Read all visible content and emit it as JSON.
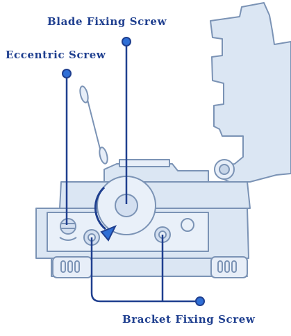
{
  "labels": {
    "blade_fixing_screw": "Blade Fixing Screw",
    "eccentric_screw": "Eccentric Screw",
    "bracket_fixing_screw": "Bracket Fixing Screw"
  },
  "icons": [
    "cotton-swab-icon",
    "rotation-arrow-icon"
  ],
  "colors": {
    "label": "#1f3f8f",
    "leader_line": "#1f3f8f",
    "marker_dot": "#2f6fd6",
    "device_fill": "#dbe6f3",
    "device_stroke": "#7b93b5"
  }
}
